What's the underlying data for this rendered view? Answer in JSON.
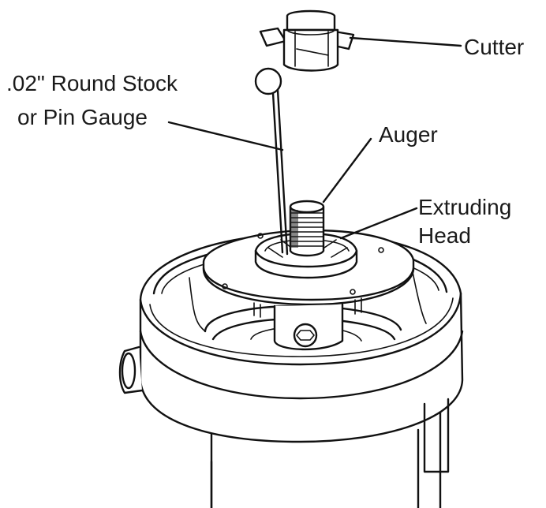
{
  "labels": {
    "cutter": "Cutter",
    "round_stock_line1": ".02\" Round Stock",
    "round_stock_line2": "or Pin Gauge",
    "auger": "Auger",
    "extruding_line1": "Extruding",
    "extruding_line2": "Head"
  }
}
